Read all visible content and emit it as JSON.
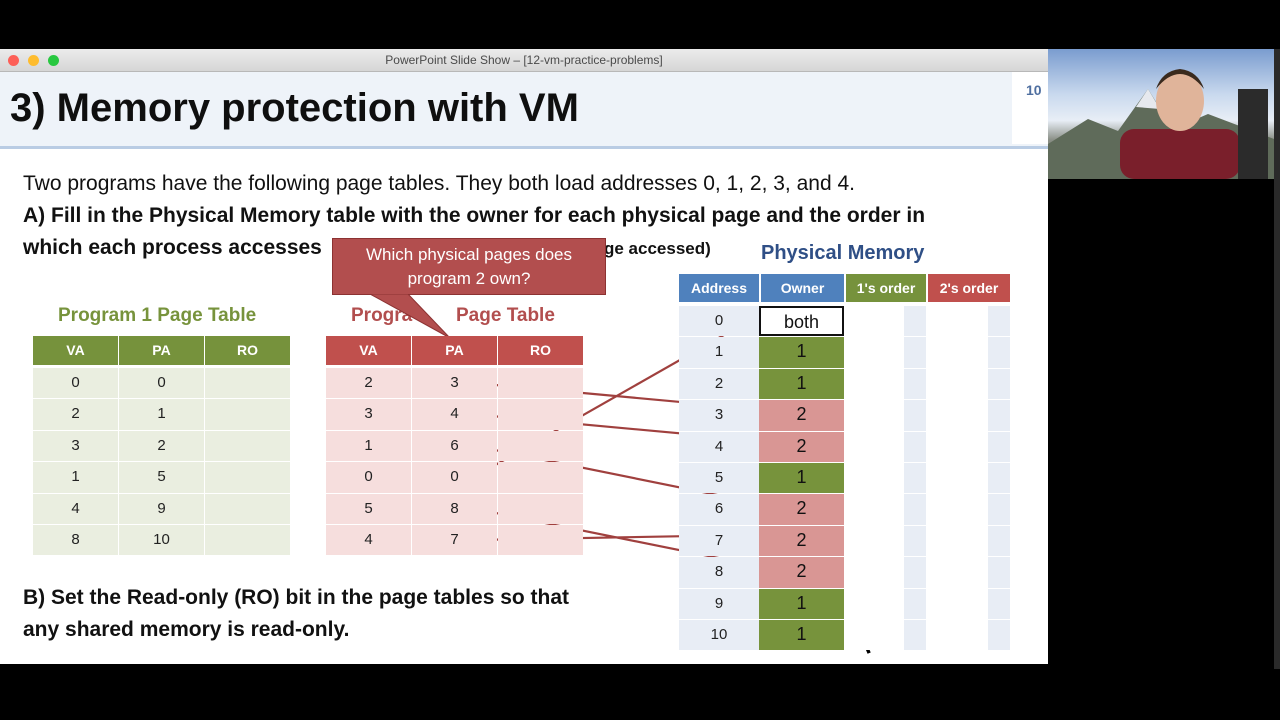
{
  "window": {
    "title": "PowerPoint Slide Show – [12-vm-practice-problems]"
  },
  "slide": {
    "title": "3) Memory protection with VM",
    "number": "10",
    "intro": "Two programs have the following page tables. They both load addresses 0, 1, 2, 3, and 4.",
    "question_a_line1": "A) Fill in the Physical Memory table with the owner for each physical page and the order in",
    "question_a_line2": "which each process accesses",
    "question_a_tail": "ge accessed)",
    "question_b_line1": "B) Set the Read-only (RO) bit in the page tables so that",
    "question_b_line2": "any shared memory is read-only.",
    "callout": "Which physical pages does program 2 own?"
  },
  "program1": {
    "title": "Program 1 Page Table",
    "headers": [
      "VA",
      "PA",
      "RO"
    ],
    "rows": [
      [
        "0",
        "0",
        ""
      ],
      [
        "2",
        "1",
        ""
      ],
      [
        "3",
        "2",
        ""
      ],
      [
        "1",
        "5",
        ""
      ],
      [
        "4",
        "9",
        ""
      ],
      [
        "8",
        "10",
        ""
      ]
    ]
  },
  "program2": {
    "title_left": "Progra",
    "title_right": "Page Table",
    "headers": [
      "VA",
      "PA",
      "RO"
    ],
    "rows": [
      [
        "2",
        "3",
        ""
      ],
      [
        "3",
        "4",
        ""
      ],
      [
        "1",
        "6",
        ""
      ],
      [
        "0",
        "0",
        ""
      ],
      [
        "5",
        "8",
        ""
      ],
      [
        "4",
        "7",
        ""
      ]
    ]
  },
  "physical_memory": {
    "title": "Physical Memory",
    "headers": [
      "Address",
      "Owner",
      "1's order",
      "2's order"
    ],
    "rows": [
      {
        "address": "0",
        "owner": "both"
      },
      {
        "address": "1",
        "owner": "1"
      },
      {
        "address": "2",
        "owner": "1"
      },
      {
        "address": "3",
        "owner": "2"
      },
      {
        "address": "4",
        "owner": "2"
      },
      {
        "address": "5",
        "owner": "1"
      },
      {
        "address": "6",
        "owner": "2"
      },
      {
        "address": "7",
        "owner": "2"
      },
      {
        "address": "8",
        "owner": "2"
      },
      {
        "address": "9",
        "owner": "1"
      },
      {
        "address": "10",
        "owner": "1"
      }
    ]
  },
  "colors": {
    "green_header": "#76923c",
    "green_title": "#77933c",
    "green_row": "#eaeee0",
    "red_header": "#c0504d",
    "red_title": "#b24e4e",
    "red_row": "#f6dedd",
    "blue_header": "#4f81bd",
    "blue_row": "#e8edf5",
    "owner_green": "#77933c",
    "owner_red": "#d99694",
    "arrow": "#a0403e"
  }
}
